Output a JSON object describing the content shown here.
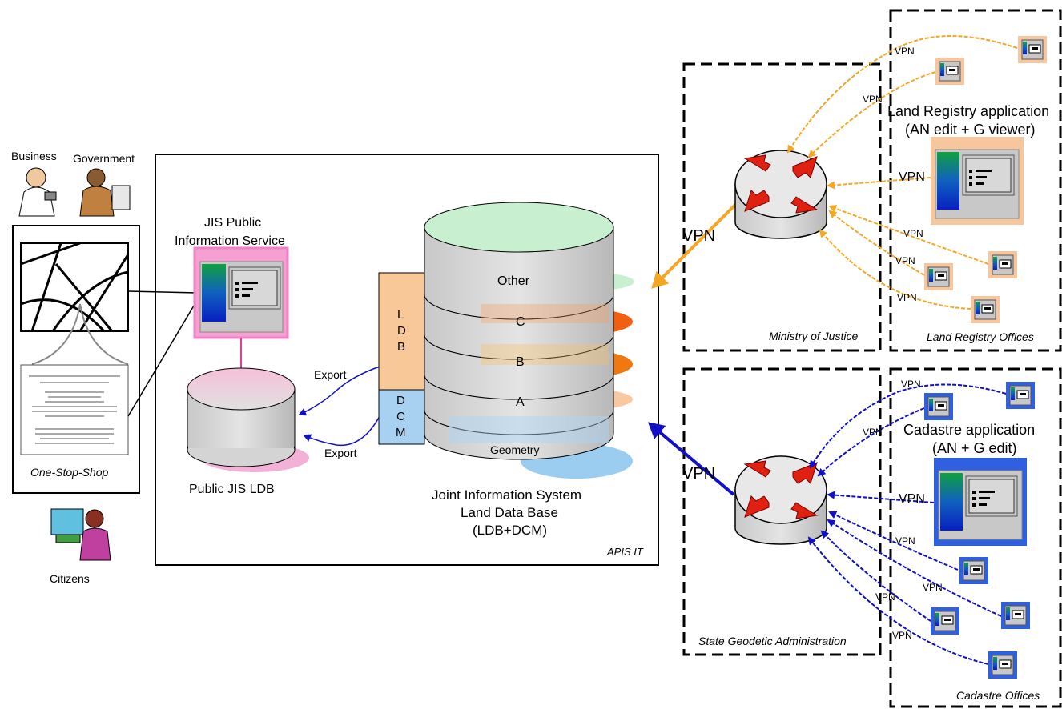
{
  "left": {
    "business_label": "Business",
    "government_label": "Government",
    "one_stop_shop_label": "One-Stop-Shop",
    "citizens_label": "Citizens"
  },
  "apis": {
    "caption": "APIS IT",
    "jis_public_line1": "JIS Public",
    "jis_public_line2": "Information Service",
    "public_ldb_label": "Public JIS LDB",
    "export_1": "Export",
    "export_2": "Export",
    "ldb_side_label": [
      "L",
      "D",
      "B"
    ],
    "dcm_side_label": [
      "D",
      "C",
      "M"
    ],
    "layers": [
      "Other",
      "C",
      "B",
      "A",
      "Geometry"
    ],
    "jis_line1": "Joint Information System",
    "jis_line2": "Land Data Base",
    "jis_line3": "(LDB+DCM)"
  },
  "justice": {
    "caption": "Ministry of Justice",
    "vpn_main": "VPN",
    "offices_caption": "Land Registry Offices",
    "app_line1": "Land Registry application",
    "app_line2": "(AN edit + G viewer)",
    "vpn_labels": [
      "VPN",
      "VPN",
      "VPN",
      "VPN",
      "VPN",
      "VPN"
    ]
  },
  "geodetic": {
    "caption": "State Geodetic Administration",
    "vpn_main": "VPN",
    "offices_caption": "Cadastre Offices",
    "app_line1": "Cadastre application",
    "app_line2": "(AN + G edit)",
    "vpn_labels": [
      "VPN",
      "VPN",
      "VPN",
      "VPN",
      "VPN",
      "VPN",
      "VPN"
    ]
  },
  "colors": {
    "orange_link": "#f5a623",
    "blue_link": "#1010c8",
    "router_arrow": "#e02010",
    "pink_frame": "#f080c8",
    "peach_frame": "#f6c79e",
    "blue_frame": "#3060e0"
  }
}
